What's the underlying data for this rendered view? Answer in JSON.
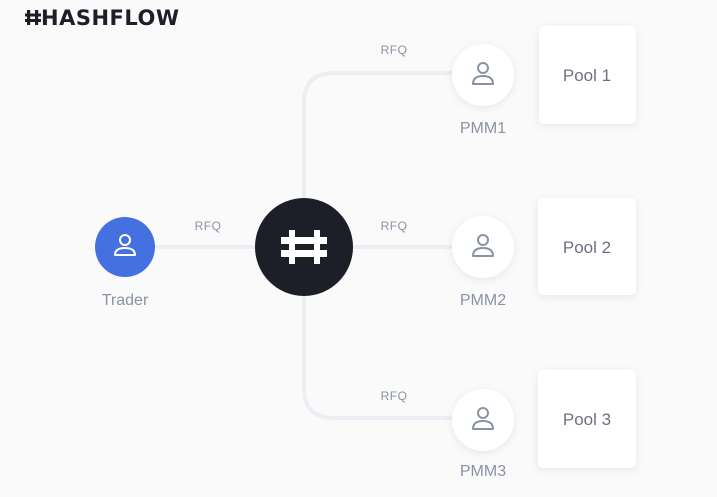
{
  "brand": {
    "logo_text": "HASHFLOW"
  },
  "colors": {
    "background": "#fafafa",
    "connector": "#eceef3",
    "trader_node": "#4470e0",
    "hashflow_node": "#1c1f27",
    "node_white": "#ffffff",
    "label_text": "#8a93a6",
    "pool_text": "#6d7280",
    "icon_stroke": "#8a93a6",
    "logo_text": "#1c1f27"
  },
  "trader": {
    "label": "Trader",
    "icon": "person-icon",
    "edge_label": "RFQ"
  },
  "hub": {
    "icon": "hashflow-logo-icon"
  },
  "makers": [
    {
      "label": "PMM1",
      "edge_label": "RFQ",
      "pool_label": "Pool 1",
      "icon": "person-icon"
    },
    {
      "label": "PMM2",
      "edge_label": "RFQ",
      "pool_label": "Pool 2",
      "icon": "person-icon"
    },
    {
      "label": "PMM3",
      "edge_label": "RFQ",
      "pool_label": "Pool 3",
      "icon": "person-icon"
    }
  ]
}
